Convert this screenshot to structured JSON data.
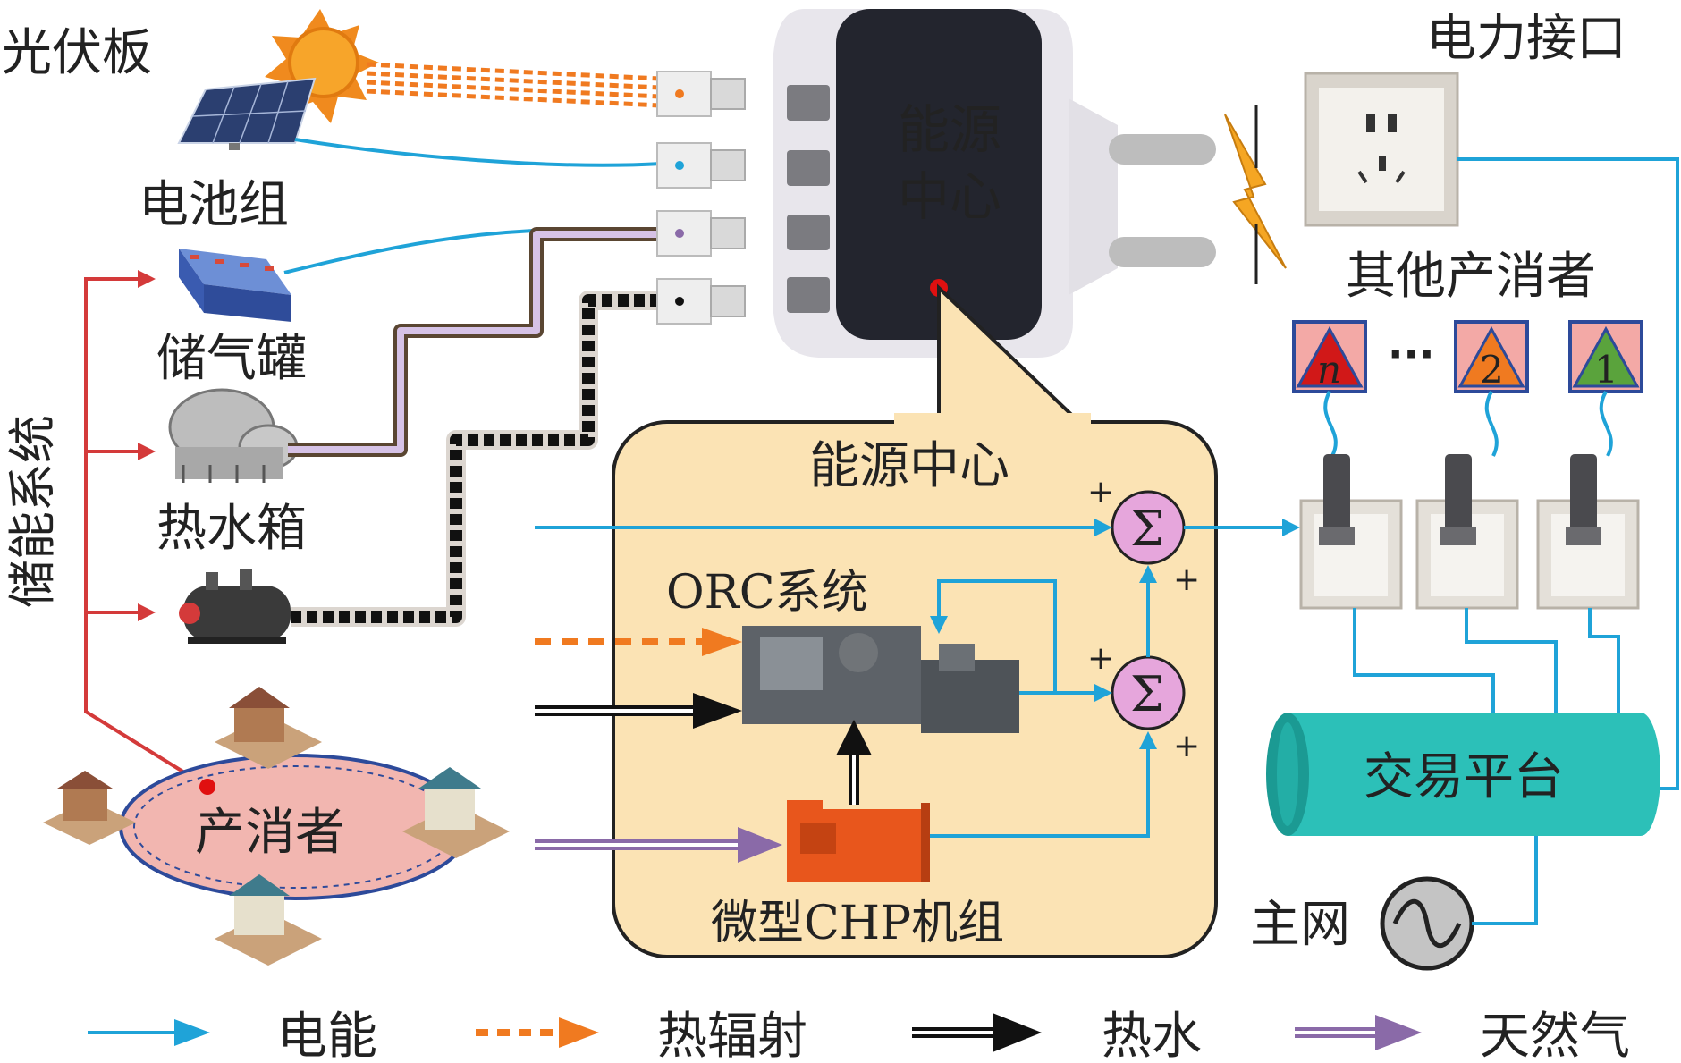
{
  "labels": {
    "pv_panel": "光伏板",
    "battery": "电池组",
    "gas_tank": "储气罐",
    "hot_water_tank": "热水箱",
    "storage_system": "储能系统",
    "prosumer": "产消者",
    "power_interface": "电力接口",
    "other_prosumers": "其他产消者",
    "hub_line1": "能源",
    "hub_line2": "中心",
    "hub_panel_title": "能源中心",
    "orc_system": "ORC系统",
    "micro_chp": "微型CHP机组",
    "trading_platform": "交易平台",
    "main_grid": "主网",
    "sum_symbol": "Σ",
    "plus": "+",
    "ellipsis": "···"
  },
  "other_prosumer_tags": [
    "n",
    "2",
    "1"
  ],
  "legend": [
    {
      "label": "电能",
      "style": "electric"
    },
    {
      "label": "热辐射",
      "style": "heat-radiation"
    },
    {
      "label": "热水",
      "style": "hot-water"
    },
    {
      "label": "天然气",
      "style": "natural-gas"
    }
  ],
  "colors": {
    "electric": "#1fa3d8",
    "heat_radiation": "#f07a20",
    "hot_water": "#111111",
    "natural_gas": "#8a6aa8",
    "storage_arrow": "#d43a3a",
    "hub_panel_fill": "#fbe3b4",
    "trading_platform": "#2cc0b8",
    "sum_node_fill": "#e6a6dc"
  }
}
